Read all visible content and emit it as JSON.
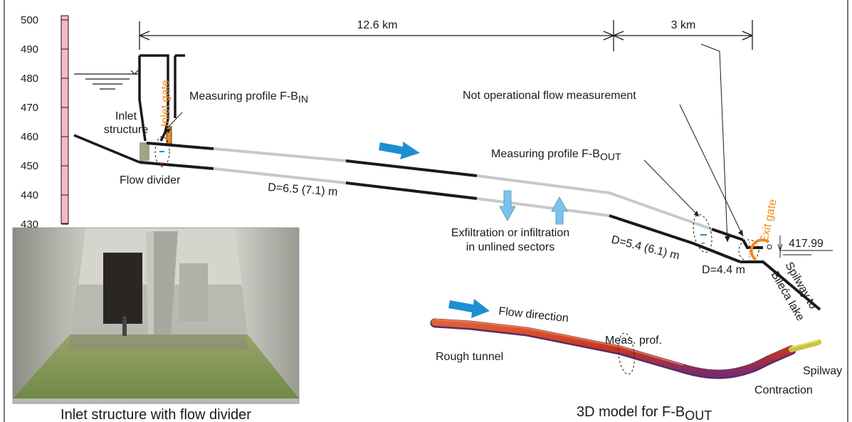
{
  "colors": {
    "ink": "#1a1a1a",
    "pipe_gray": "#c8c8c8",
    "orange": "#f08a1e",
    "flow_blue": "#1d8fd1",
    "exchange_blue": "#7cc3ec",
    "ruler_pink": "#f3b9c3",
    "tunnel_red": "#c8371d"
  },
  "scale": {
    "ticks": [
      "500",
      "490",
      "480",
      "470",
      "460",
      "450",
      "440",
      "430"
    ]
  },
  "distances": {
    "main": "12.6 km",
    "end": "3 km"
  },
  "labels": {
    "inlet_structure_line1": "Inlet",
    "inlet_structure_line2": "structure",
    "inlet_gate": "Inlet gate",
    "measuring_in_base": "Measuring profile F-B",
    "measuring_in_sub": "IN",
    "flow_divider": "Flow divider",
    "d_upstream": "D=6.5 (7.1) m",
    "not_operational": "Not operational flow measurement",
    "measuring_out_base": "Measuring profile F-B",
    "measuring_out_sub": "OUT",
    "exfiltration_line1": "Exfiltration or infiltration",
    "exfiltration_line2": "in unlined sectors",
    "d_downstream": "D=5.4 (6.1) m",
    "d_exit": "D=4.4 m",
    "exit_gate": "Exit gate",
    "elevation": "417.99",
    "spillway_line1": "Spilway to",
    "spillway_line2": "Bileća lake"
  },
  "model3d": {
    "flow_direction": "Flow direction",
    "rough_tunnel": "Rough tunnel",
    "meas_prof": "Meas. prof.",
    "spillway": "Spilway",
    "contraction": "Contraction",
    "caption_base": "3D model for F-B",
    "caption_sub": "OUT"
  },
  "photo": {
    "caption": "Inlet structure with flow divider"
  }
}
